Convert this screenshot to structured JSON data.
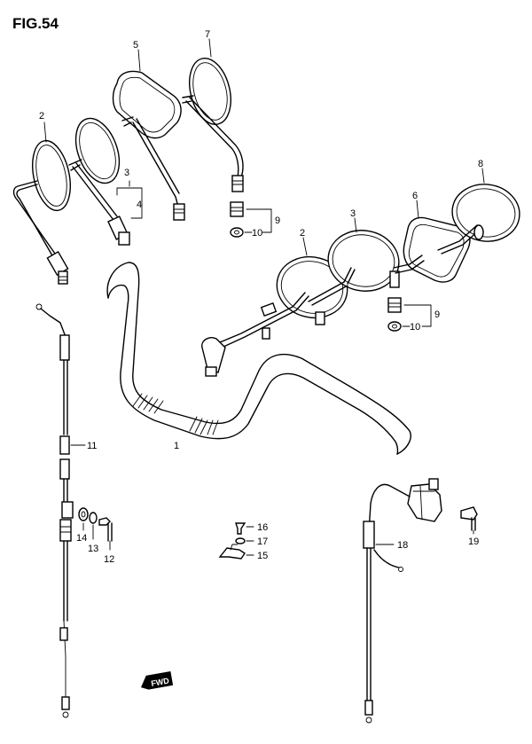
{
  "figure": {
    "title": "FIG.54"
  },
  "callouts": {
    "c1": "1",
    "c2a": "2",
    "c2b": "2",
    "c3a": "3",
    "c3b": "3",
    "c4": "4",
    "c5": "5",
    "c6": "6",
    "c7": "7",
    "c8": "8",
    "c9a": "9",
    "c9b": "9",
    "c10a": "10",
    "c10b": "10",
    "c11": "11",
    "c12": "12",
    "c13": "13",
    "c14": "14",
    "c15": "15",
    "c16": "16",
    "c17": "17",
    "c18": "18",
    "c19": "19"
  },
  "fwd_badge": {
    "label": "FWD"
  }
}
